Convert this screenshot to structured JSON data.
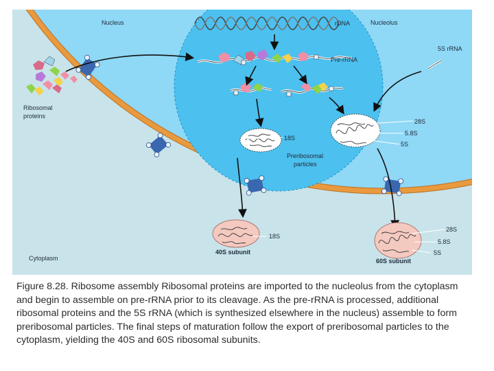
{
  "labels": {
    "nucleus": "Nucleus",
    "nucleolus": "Nucleolus",
    "rdna": "rDNA",
    "pre_rrna": "Pre-rRNA",
    "five_s_rrna": "5S rRNA",
    "ribosomal_proteins_line1": "Ribosomal",
    "ribosomal_proteins_line2": "proteins",
    "preribosomal_line1": "Preribosomal",
    "preribosomal_line2": "particles",
    "cytoplasm": "Cytoplasm",
    "nucleolar_18s": "18S",
    "nucleolar_28s": "28S",
    "nucleolar_58s": "5.8S",
    "nucleolar_5s": "5S",
    "subunit_40s": "40S subunit",
    "subunit_40s_18s": "18S",
    "subunit_60s": "60S subunit",
    "subunit_60s_28s": "28S",
    "subunit_60s_58s": "5.8S",
    "subunit_60s_5s": "5S"
  },
  "caption": "Figure 8.28. Ribosome assembly Ribosomal proteins are imported to the nucleolus from the cytoplasm and begin to assemble on pre-rRNA prior to its cleavage. As the pre-rRNA is processed, additional ribosomal proteins and the 5S rRNA (which is synthesized elsewhere in the nucleus) assemble to form preribosomal particles. The final steps of maturation follow the export of preribosomal particles to the cytoplasm, yielding the 40S and 60S ribosomal subunits.",
  "colors": {
    "cytoplasm": "#c9e3ea",
    "nucleus": "#8fd8f6",
    "nucleolus": "#4cc0ee",
    "envelope": "#e99a3e",
    "pore": "#3a68b0",
    "subunit": "#f4c9c0"
  }
}
